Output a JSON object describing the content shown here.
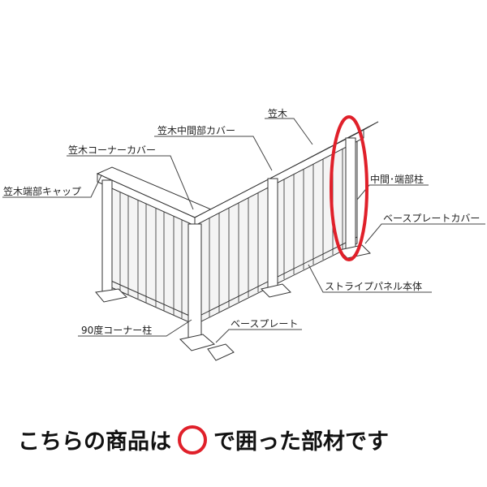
{
  "labels": {
    "top_rail": "笠木",
    "top_rail_middle_cover": "笠木中間部カバー",
    "top_rail_corner_cover": "笠木コーナーカバー",
    "top_rail_end_cap": "笠木端部キャップ",
    "middle_end_post": "中間･端部柱",
    "base_plate_cover": "ベースプレートカバー",
    "stripe_panel_body": "ストライプパネル本体",
    "corner_post_90": "90度コーナー柱",
    "base_plate": "ベースプレート"
  },
  "caption": {
    "before": "こちらの商品は",
    "after": "で囲った部材です"
  },
  "colors": {
    "highlight": "#e0202a",
    "line": "#333333"
  }
}
